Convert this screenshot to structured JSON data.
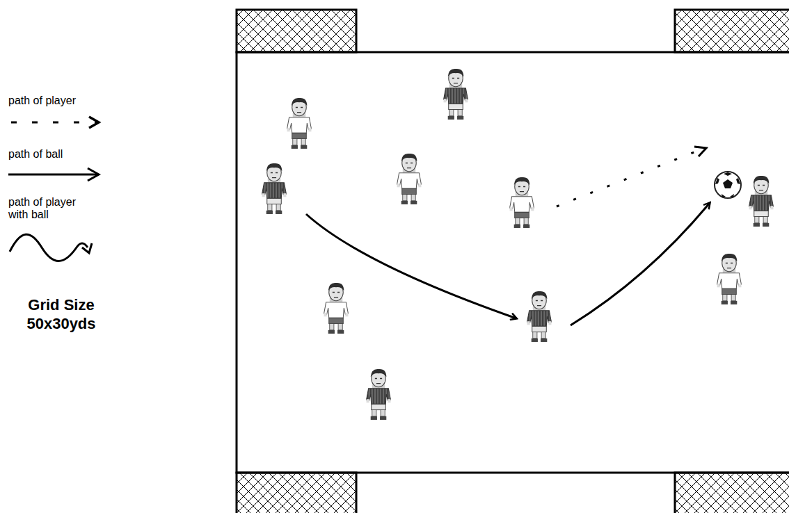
{
  "diagram": {
    "labels": [
      "Grid Size 50x30yds"
    ],
    "legend": [
      {
        "text": "path of player"
      },
      {
        "text": "path of ball"
      },
      {
        "text": "path of player with ball"
      }
    ]
  }
}
